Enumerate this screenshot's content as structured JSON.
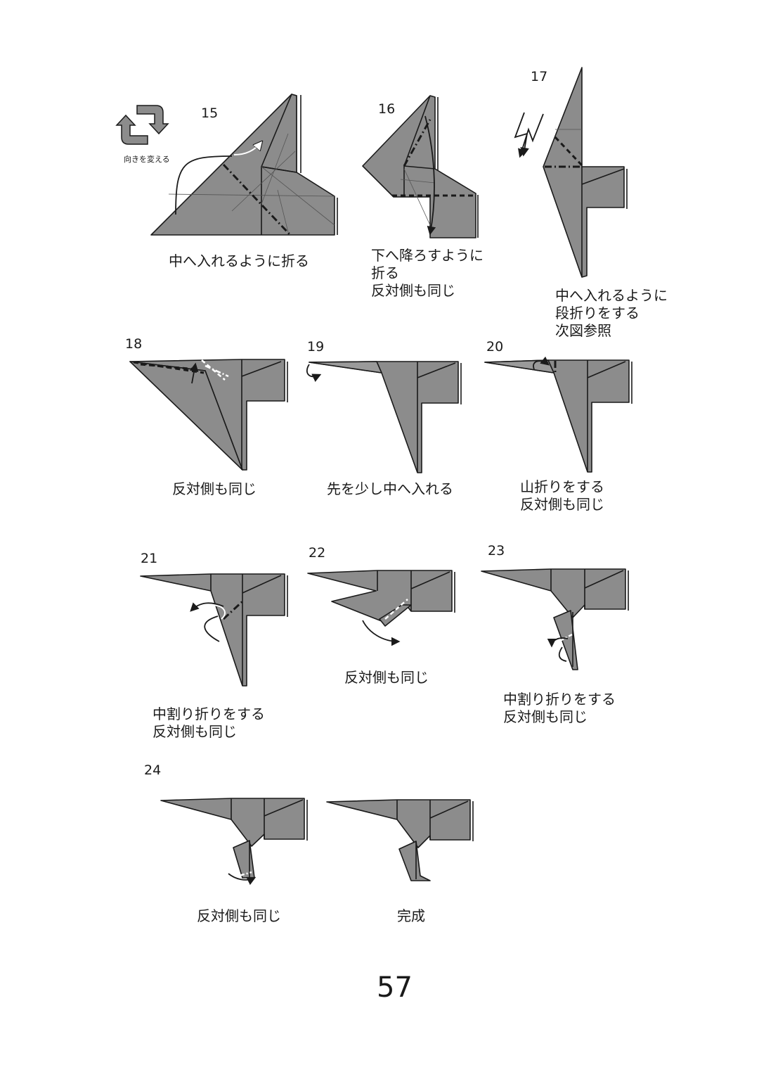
{
  "page_number": "57",
  "turn_over_label": "向きを変える",
  "steps": [
    {
      "number": "15",
      "caption": [
        "中へ入れるように折る"
      ]
    },
    {
      "number": "16",
      "caption": [
        "下へ降ろすように",
        "折る",
        "反対側も同じ"
      ]
    },
    {
      "number": "17",
      "caption": [
        "中へ入れるように",
        "段折りをする",
        "次図参照"
      ]
    },
    {
      "number": "18",
      "caption": [
        "反対側も同じ"
      ]
    },
    {
      "number": "19",
      "caption": [
        "先を少し中へ入れる"
      ]
    },
    {
      "number": "20",
      "caption": [
        "山折りをする",
        "反対側も同じ"
      ]
    },
    {
      "number": "21",
      "caption": [
        "中割り折りをする",
        "反対側も同じ"
      ]
    },
    {
      "number": "22",
      "caption": [
        "反対側も同じ"
      ]
    },
    {
      "number": "23",
      "caption": [
        "中割り折りをする",
        "反対側も同じ"
      ]
    },
    {
      "number": "24",
      "caption": [
        "反対側も同じ"
      ]
    },
    {
      "number": "",
      "caption": [
        "完成"
      ]
    }
  ],
  "colors": {
    "paper": "#8c8c8c",
    "line": "#1a1a1a",
    "background": "#ffffff"
  }
}
